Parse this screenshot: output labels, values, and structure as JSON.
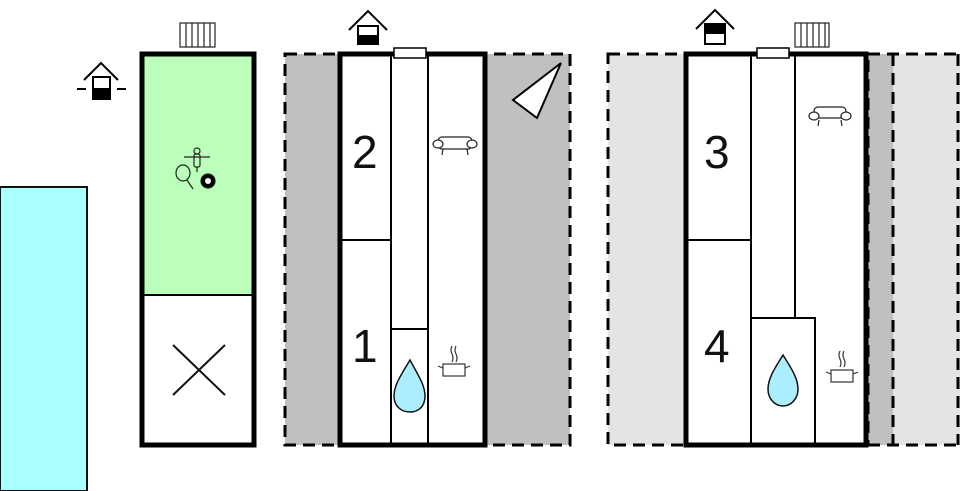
{
  "diagram": {
    "type": "floor-plan",
    "colors": {
      "pool": "#aaffff",
      "activity_room": "#bbffbb",
      "terrace_dark": "#c0c0c0",
      "terrace_light": "#e4e4e4",
      "water": "#aaeeff",
      "wall": "#000000",
      "background": "#ffffff"
    },
    "units": [
      {
        "id": "unit-1",
        "rooms": [
          {
            "label": "2",
            "type": "bedroom"
          },
          {
            "label": "1",
            "type": "bedroom"
          }
        ],
        "icons": [
          "entrance-icon",
          "sofa-icon",
          "stove-pot-icon",
          "water-drop-icon",
          "skylight-window"
        ]
      },
      {
        "id": "unit-2",
        "rooms": [
          {
            "label": "3",
            "type": "bedroom"
          },
          {
            "label": "4",
            "type": "bedroom"
          }
        ],
        "icons": [
          "entrance-icon",
          "radiator-icon",
          "sofa-icon",
          "stove-pot-icon",
          "water-drop-icon",
          "skylight-window"
        ]
      }
    ],
    "activity_room": {
      "icons": [
        "foosball-icon",
        "table-tennis-icon",
        "billiard-ball-icon"
      ]
    },
    "storage_room": {
      "icon": "x-mark-icon"
    },
    "pool": {
      "label": ""
    },
    "compass": {
      "icon": "north-arrow-icon"
    },
    "room_labels": {
      "r1": "1",
      "r2": "2",
      "r3": "3",
      "r4": "4"
    }
  }
}
